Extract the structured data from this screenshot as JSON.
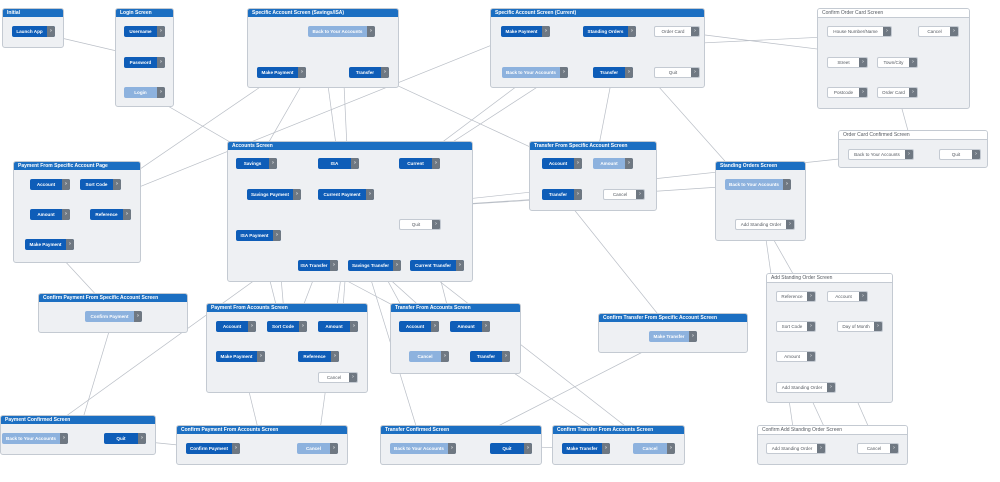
{
  "go_glyph": "›",
  "screens": [
    {
      "id": "initial",
      "name": "Initial",
      "style": "blue",
      "nodes": [
        {
          "id": "initial-launch-app",
          "label": "Launch App",
          "style": "dark"
        }
      ]
    },
    {
      "id": "login",
      "name": "Login Screen",
      "style": "blue",
      "nodes": [
        {
          "id": "login-username",
          "label": "Username",
          "style": "dark"
        },
        {
          "id": "login-password",
          "label": "Password",
          "style": "dark"
        },
        {
          "id": "login-login",
          "label": "Login",
          "style": "light"
        }
      ]
    },
    {
      "id": "spec-savings",
      "name": "Specific Account Screen (Savings/ISA)",
      "style": "blue",
      "nodes": [
        {
          "id": "ss-back",
          "label": "Back to Your Accounts",
          "style": "light"
        },
        {
          "id": "ss-make-payment",
          "label": "Make Payment",
          "style": "dark"
        },
        {
          "id": "ss-transfer",
          "label": "Transfer",
          "style": "dark"
        }
      ]
    },
    {
      "id": "spec-current",
      "name": "Specific Account Screen (Current)",
      "style": "blue",
      "nodes": [
        {
          "id": "sc-make-payment",
          "label": "Make Payment",
          "style": "dark"
        },
        {
          "id": "sc-standing-orders",
          "label": "Standing Orders",
          "style": "dark"
        },
        {
          "id": "sc-order-card",
          "label": "Order Card",
          "style": "white"
        },
        {
          "id": "sc-back",
          "label": "Back to Your Accounts",
          "style": "light"
        },
        {
          "id": "sc-transfer",
          "label": "Transfer",
          "style": "dark"
        },
        {
          "id": "sc-quit",
          "label": "Quit",
          "style": "white"
        }
      ]
    },
    {
      "id": "confirm-order-card",
      "name": "Confirm Order Card Screen",
      "style": "white",
      "nodes": [
        {
          "id": "coc-house",
          "label": "House Number/Name",
          "style": "white"
        },
        {
          "id": "coc-cancel",
          "label": "Cancel",
          "style": "white"
        },
        {
          "id": "coc-street",
          "label": "Street",
          "style": "white"
        },
        {
          "id": "coc-town",
          "label": "Town/City",
          "style": "white"
        },
        {
          "id": "coc-postcode",
          "label": "Postcode",
          "style": "white"
        },
        {
          "id": "coc-order-card",
          "label": "Order Card",
          "style": "white"
        }
      ]
    },
    {
      "id": "order-card-confirmed",
      "name": "Order Card Confirmed Screen",
      "style": "white",
      "nodes": [
        {
          "id": "occ-back",
          "label": "Back to Your Accounts",
          "style": "white"
        },
        {
          "id": "occ-quit",
          "label": "Quit",
          "style": "white"
        }
      ]
    },
    {
      "id": "payment-specific",
      "name": "Payment From Specific Account Page",
      "style": "blue",
      "nodes": [
        {
          "id": "ps-account",
          "label": "Account",
          "style": "dark"
        },
        {
          "id": "ps-sort-code",
          "label": "Sort Code",
          "style": "dark"
        },
        {
          "id": "ps-amount",
          "label": "Amount",
          "style": "dark"
        },
        {
          "id": "ps-reference",
          "label": "Reference",
          "style": "dark"
        },
        {
          "id": "ps-make-payment",
          "label": "Make Payment",
          "style": "dark"
        }
      ]
    },
    {
      "id": "accounts",
      "name": "Accounts Screen",
      "style": "blue",
      "nodes": [
        {
          "id": "ac-savings",
          "label": "Savings",
          "style": "dark"
        },
        {
          "id": "ac-isa",
          "label": "ISA",
          "style": "dark"
        },
        {
          "id": "ac-current",
          "label": "Current",
          "style": "dark"
        },
        {
          "id": "ac-savings-payment",
          "label": "Savings Payment",
          "style": "dark"
        },
        {
          "id": "ac-current-payment",
          "label": "Current Payment",
          "style": "dark"
        },
        {
          "id": "ac-quit",
          "label": "Quit",
          "style": "white"
        },
        {
          "id": "ac-isa-payment",
          "label": "ISA Payment",
          "style": "dark"
        },
        {
          "id": "ac-isa-transfer",
          "label": "ISA Transfer",
          "style": "dark"
        },
        {
          "id": "ac-savings-transfer",
          "label": "Savings Transfer",
          "style": "dark"
        },
        {
          "id": "ac-current-transfer",
          "label": "Current Transfer",
          "style": "dark"
        }
      ]
    },
    {
      "id": "transfer-specific",
      "name": "Transfer From Specific Account Screen",
      "style": "blue",
      "nodes": [
        {
          "id": "ts-account",
          "label": "Account",
          "style": "dark"
        },
        {
          "id": "ts-amount",
          "label": "Amount",
          "style": "light"
        },
        {
          "id": "ts-transfer",
          "label": "Transfer",
          "style": "dark"
        },
        {
          "id": "ts-cancel",
          "label": "Cancel",
          "style": "white"
        }
      ]
    },
    {
      "id": "standing-orders",
      "name": "Standing Orders Screen",
      "style": "blue",
      "nodes": [
        {
          "id": "so-back",
          "label": "Back to Your Accounts",
          "style": "light"
        },
        {
          "id": "so-add",
          "label": "Add Standing Order",
          "style": "white"
        }
      ]
    },
    {
      "id": "confirm-payment-specific",
      "name": "Confirm Payment From Specific Account Screen",
      "style": "blue",
      "nodes": [
        {
          "id": "cps-confirm",
          "label": "Confirm Payment",
          "style": "light"
        }
      ]
    },
    {
      "id": "payment-accounts",
      "name": "Payment From Accounts Screen",
      "style": "blue",
      "nodes": [
        {
          "id": "pa-account",
          "label": "Account",
          "style": "dark"
        },
        {
          "id": "pa-sort-code",
          "label": "Sort Code",
          "style": "dark"
        },
        {
          "id": "pa-amount",
          "label": "Amount",
          "style": "dark"
        },
        {
          "id": "pa-make-payment",
          "label": "Make Payment",
          "style": "dark"
        },
        {
          "id": "pa-reference",
          "label": "Reference",
          "style": "dark"
        },
        {
          "id": "pa-cancel",
          "label": "Cancel",
          "style": "white"
        }
      ]
    },
    {
      "id": "transfer-accounts",
      "name": "Transfer From Accounts Screen",
      "style": "blue",
      "nodes": [
        {
          "id": "ta-account",
          "label": "Account",
          "style": "dark"
        },
        {
          "id": "ta-amount",
          "label": "Amount",
          "style": "dark"
        },
        {
          "id": "ta-cancel",
          "label": "Cancel",
          "style": "light"
        },
        {
          "id": "ta-transfer",
          "label": "Transfer",
          "style": "dark"
        }
      ]
    },
    {
      "id": "confirm-transfer-specific",
      "name": "Confirm Transfer From Specific Account Screen",
      "style": "blue",
      "nodes": [
        {
          "id": "cts-make-transfer",
          "label": "Make Transfer",
          "style": "light"
        }
      ]
    },
    {
      "id": "add-standing-order",
      "name": "Add Standing Order Screen",
      "style": "white",
      "nodes": [
        {
          "id": "aso-reference",
          "label": "Reference",
          "style": "white"
        },
        {
          "id": "aso-account",
          "label": "Account",
          "style": "white"
        },
        {
          "id": "aso-sort-code",
          "label": "Sort Code",
          "style": "white"
        },
        {
          "id": "aso-day",
          "label": "Day of Month",
          "style": "white"
        },
        {
          "id": "aso-amount",
          "label": "Amount",
          "style": "white"
        },
        {
          "id": "aso-add",
          "label": "Add Standing Order",
          "style": "white"
        }
      ]
    },
    {
      "id": "payment-confirmed",
      "name": "Payment Confirmed Screen",
      "style": "blue",
      "nodes": [
        {
          "id": "pc-back",
          "label": "Back to Your Accounts",
          "style": "light"
        },
        {
          "id": "pc-quit",
          "label": "Quit",
          "style": "dark"
        }
      ]
    },
    {
      "id": "confirm-payment-accounts",
      "name": "Confirm Payment From Accounts Screen",
      "style": "blue",
      "nodes": [
        {
          "id": "cpa-confirm",
          "label": "Confirm Payment",
          "style": "dark"
        },
        {
          "id": "cpa-cancel",
          "label": "Cancel",
          "style": "light"
        }
      ]
    },
    {
      "id": "transfer-confirmed",
      "name": "Transfer Confirmed Screen",
      "style": "blue",
      "nodes": [
        {
          "id": "tc-back",
          "label": "Back to Your Accounts",
          "style": "light"
        },
        {
          "id": "tc-quit",
          "label": "Quit",
          "style": "dark"
        }
      ]
    },
    {
      "id": "confirm-transfer-accounts",
      "name": "Confirm Transfer From Accounts Screen",
      "style": "blue",
      "nodes": [
        {
          "id": "cta-make-transfer",
          "label": "Make Transfer",
          "style": "dark"
        },
        {
          "id": "cta-cancel",
          "label": "Cancel",
          "style": "light"
        }
      ]
    },
    {
      "id": "confirm-add-standing-order",
      "name": "Confirm Add Standing Order Screen",
      "style": "white",
      "nodes": [
        {
          "id": "caso-add",
          "label": "Add Standing Order",
          "style": "white"
        },
        {
          "id": "caso-cancel",
          "label": "Cancel",
          "style": "white"
        }
      ]
    }
  ],
  "links": [
    [
      "initial-launch-app",
      "login"
    ],
    [
      "login-username",
      "login-password"
    ],
    [
      "login-password",
      "login-login"
    ],
    [
      "login-login",
      "accounts"
    ],
    [
      "ac-savings",
      "spec-savings"
    ],
    [
      "ac-isa",
      "spec-savings"
    ],
    [
      "ac-current",
      "spec-current"
    ],
    [
      "ss-back",
      "accounts"
    ],
    [
      "ss-make-payment",
      "payment-specific"
    ],
    [
      "ss-transfer",
      "transfer-specific"
    ],
    [
      "sc-back",
      "accounts"
    ],
    [
      "sc-make-payment",
      "payment-specific"
    ],
    [
      "sc-transfer",
      "transfer-specific"
    ],
    [
      "sc-order-card",
      "confirm-order-card"
    ],
    [
      "sc-standing-orders",
      "standing-orders"
    ],
    [
      "coc-house",
      "coc-street"
    ],
    [
      "coc-street",
      "coc-town"
    ],
    [
      "coc-town",
      "coc-postcode"
    ],
    [
      "coc-postcode",
      "coc-order-card"
    ],
    [
      "coc-cancel",
      "spec-current"
    ],
    [
      "coc-order-card",
      "order-card-confirmed"
    ],
    [
      "occ-back",
      "accounts"
    ],
    [
      "ps-account",
      "ps-sort-code"
    ],
    [
      "ps-sort-code",
      "ps-amount"
    ],
    [
      "ps-amount",
      "ps-reference"
    ],
    [
      "ps-reference",
      "ps-make-payment"
    ],
    [
      "ps-make-payment",
      "confirm-payment-specific"
    ],
    [
      "cps-confirm",
      "payment-confirmed"
    ],
    [
      "ts-account",
      "ts-amount"
    ],
    [
      "ts-amount",
      "ts-transfer"
    ],
    [
      "ts-transfer",
      "confirm-transfer-specific"
    ],
    [
      "ts-cancel",
      "accounts"
    ],
    [
      "cts-make-transfer",
      "transfer-confirmed"
    ],
    [
      "so-back",
      "accounts"
    ],
    [
      "so-add",
      "add-standing-order"
    ],
    [
      "aso-reference",
      "aso-account"
    ],
    [
      "aso-account",
      "aso-sort-code"
    ],
    [
      "aso-sort-code",
      "aso-day"
    ],
    [
      "aso-day",
      "aso-amount"
    ],
    [
      "aso-amount",
      "aso-add"
    ],
    [
      "aso-add",
      "confirm-add-standing-order"
    ],
    [
      "caso-add",
      "standing-orders"
    ],
    [
      "caso-cancel",
      "add-standing-order"
    ],
    [
      "ac-savings-payment",
      "payment-accounts"
    ],
    [
      "ac-current-payment",
      "payment-accounts"
    ],
    [
      "ac-isa-payment",
      "payment-accounts"
    ],
    [
      "ac-isa-transfer",
      "transfer-accounts"
    ],
    [
      "ac-savings-transfer",
      "transfer-accounts"
    ],
    [
      "ac-current-transfer",
      "transfer-accounts"
    ],
    [
      "pa-account",
      "pa-sort-code"
    ],
    [
      "pa-sort-code",
      "pa-amount"
    ],
    [
      "pa-amount",
      "pa-reference"
    ],
    [
      "pa-reference",
      "pa-make-payment"
    ],
    [
      "pa-make-payment",
      "confirm-payment-accounts"
    ],
    [
      "pa-cancel",
      "accounts"
    ],
    [
      "cpa-confirm",
      "payment-confirmed"
    ],
    [
      "cpa-cancel",
      "accounts"
    ],
    [
      "pc-back",
      "accounts"
    ],
    [
      "ta-account",
      "ta-amount"
    ],
    [
      "ta-amount",
      "ta-transfer"
    ],
    [
      "ta-transfer",
      "confirm-transfer-accounts"
    ],
    [
      "ta-cancel",
      "accounts"
    ],
    [
      "cta-make-transfer",
      "transfer-confirmed"
    ],
    [
      "cta-cancel",
      "accounts"
    ],
    [
      "tc-back",
      "accounts"
    ]
  ]
}
